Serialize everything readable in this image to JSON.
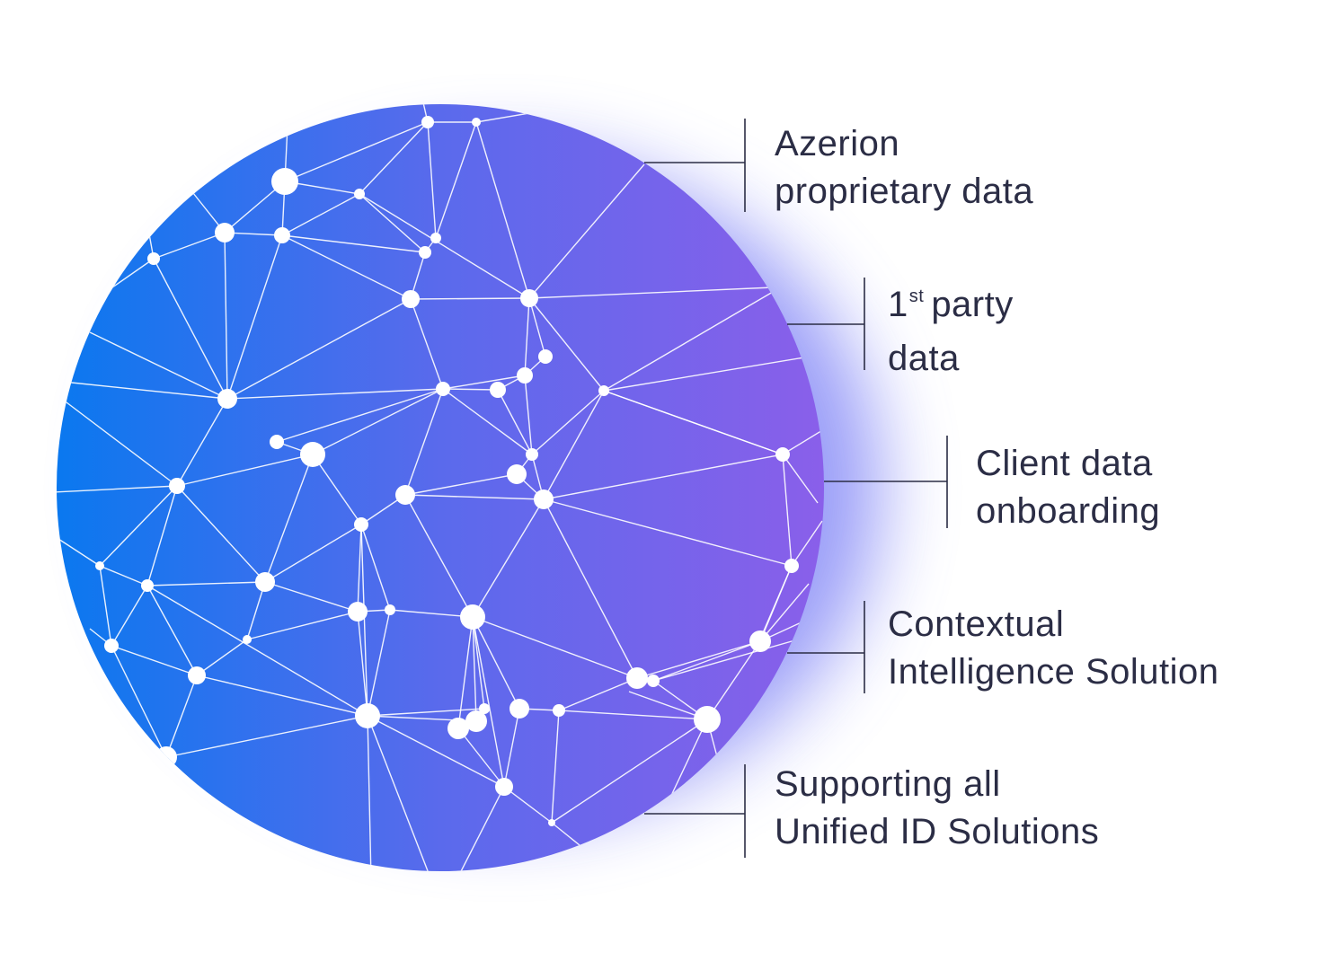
{
  "colors": {
    "circle_gradient_start": "#0a78ef",
    "circle_gradient_mid": "#5a6aec",
    "circle_gradient_end": "#8a5fea",
    "glow": "#6f74f5",
    "connector": "#2b2d45",
    "label_text": "#2b2d45",
    "network": "#ffffff"
  },
  "labels": [
    {
      "lines": [
        "Azerion",
        "proprietary data"
      ]
    },
    {
      "ordinal": "1",
      "ordinal_suffix": "st",
      "lines": [
        "party",
        "data"
      ]
    },
    {
      "lines": [
        "Client data",
        "onboarding"
      ]
    },
    {
      "lines": [
        "Contextual",
        "Intelligence Solution"
      ]
    },
    {
      "lines": [
        "Supporting all",
        "Unified ID Solutions"
      ]
    }
  ]
}
